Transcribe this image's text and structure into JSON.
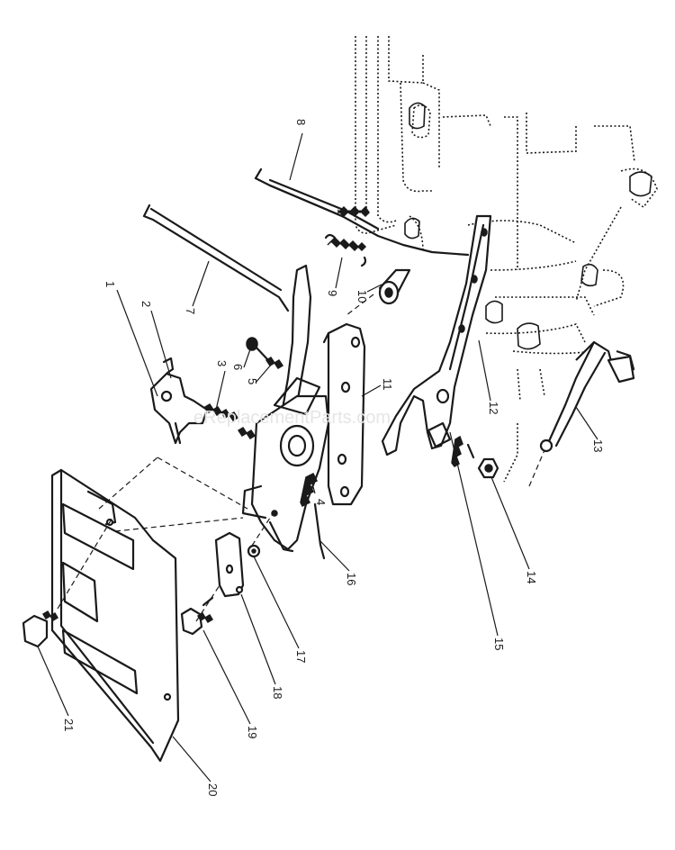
{
  "watermark": "eReplacementParts.com",
  "callouts": [
    {
      "id": "c1",
      "label": "1"
    },
    {
      "id": "c2",
      "label": "2"
    },
    {
      "id": "c3",
      "label": "3"
    },
    {
      "id": "c4",
      "label": "4"
    },
    {
      "id": "c5",
      "label": "5"
    },
    {
      "id": "c6",
      "label": "6"
    },
    {
      "id": "c7",
      "label": "7"
    },
    {
      "id": "c8",
      "label": "8"
    },
    {
      "id": "c9",
      "label": "9"
    },
    {
      "id": "c10",
      "label": "10"
    },
    {
      "id": "c11",
      "label": "11"
    },
    {
      "id": "c12",
      "label": "12"
    },
    {
      "id": "c13",
      "label": "13"
    },
    {
      "id": "c14",
      "label": "14"
    },
    {
      "id": "c15",
      "label": "15"
    },
    {
      "id": "c16",
      "label": "16"
    },
    {
      "id": "c17",
      "label": "17"
    },
    {
      "id": "c18",
      "label": "18"
    },
    {
      "id": "c19",
      "label": "19"
    },
    {
      "id": "c20",
      "label": "20"
    },
    {
      "id": "c21",
      "label": "21"
    }
  ]
}
